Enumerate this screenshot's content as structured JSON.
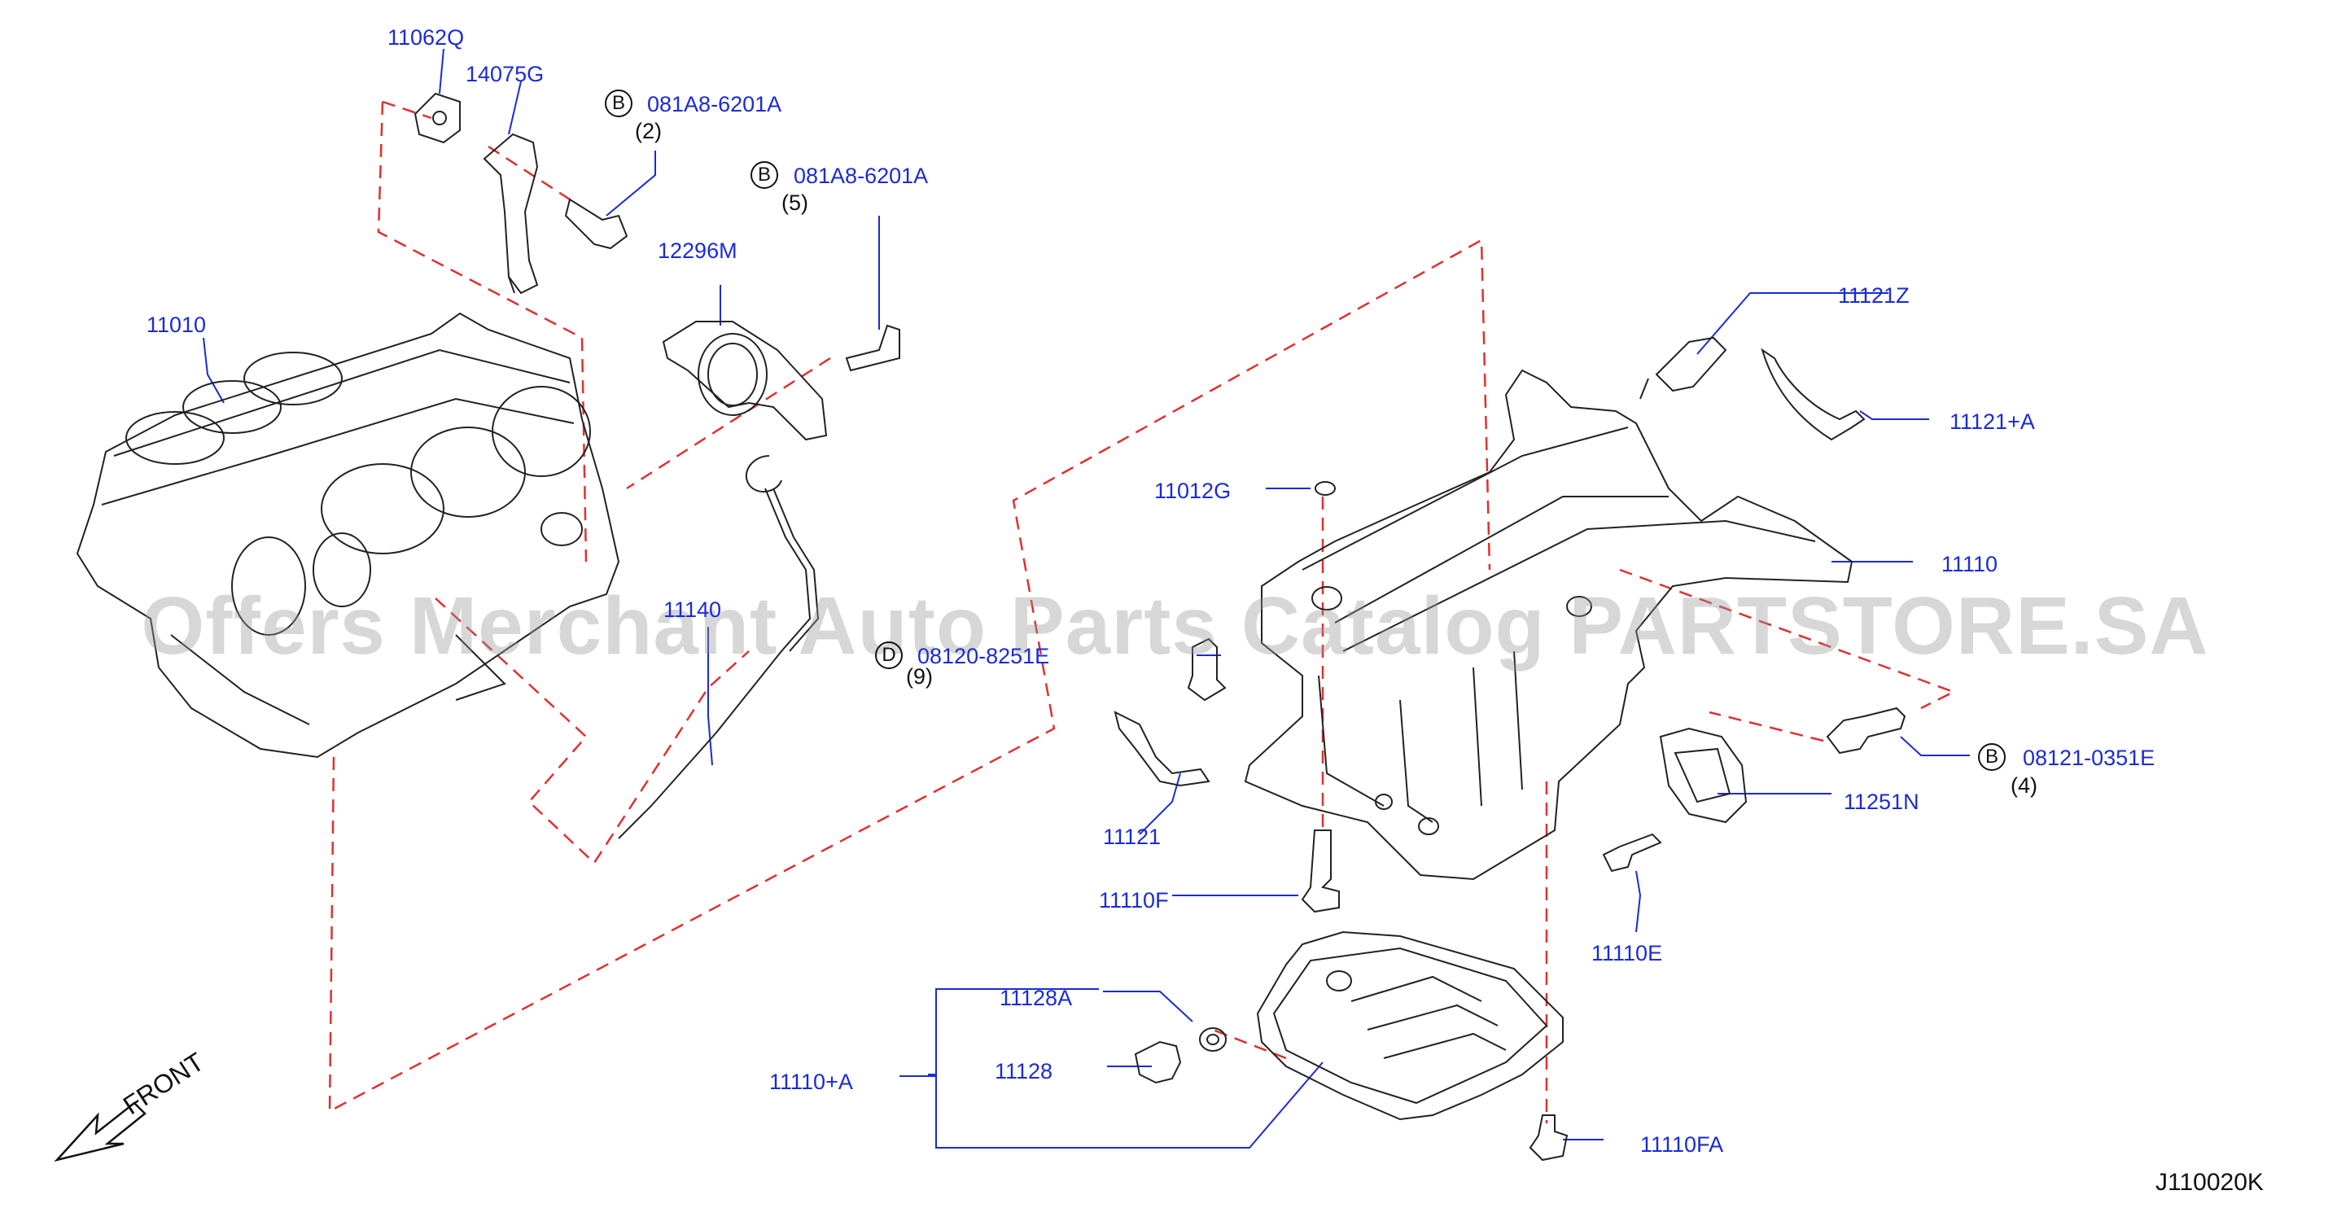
{
  "parts": {
    "p11062q": "11062Q",
    "p14075g": "14075G",
    "p081a8_1": "081A8-6201A",
    "q2": "(2)",
    "p081a8_2": "081A8-6201A",
    "q5": "(5)",
    "p12296m": "12296M",
    "p11010": "11010",
    "p11140": "11140",
    "p08120": "08120-8251E",
    "q9": "(9)",
    "p11121z": "11121Z",
    "p11121a": "11121+A",
    "p11012g": "11012G",
    "p11110": "11110",
    "p08121": "08121-0351E",
    "q4": "(4)",
    "p11251n": "11251N",
    "p11121": "11121",
    "p11110f": "11110F",
    "p11110e": "11110E",
    "p11128a": "11128A",
    "p11128": "11128",
    "p11110a": "11110+A",
    "p11110fa": "11110FA"
  },
  "markers": {
    "b": "B",
    "d": "D"
  },
  "front_label": "FRONT",
  "diagram_code": "J110020K",
  "watermark": "Offers Merchant Auto Parts Catalog PARTSTORE.SA",
  "colors": {
    "part_number": "#1a2bd6",
    "dash_line": "#e03030",
    "drawing": "#222222"
  }
}
